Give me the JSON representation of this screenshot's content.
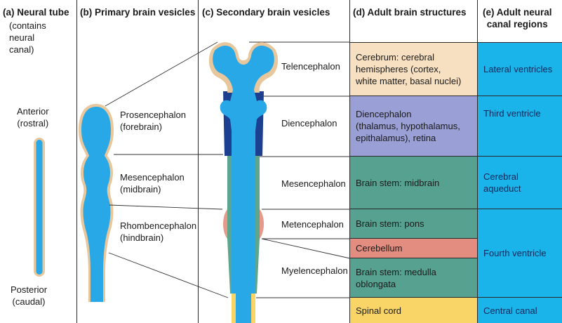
{
  "columns": {
    "a": {
      "heading": "(a) Neural tube",
      "subheading": "(contains\nneural\ncanal)"
    },
    "b": {
      "heading": "(b) Primary brain vesicles"
    },
    "c": {
      "heading": "(c) Secondary brain vesicles"
    },
    "d": {
      "heading": "(d) Adult brain structures"
    },
    "e": {
      "heading": "(e) Adult neural\ncanal regions"
    }
  },
  "neural_tube": {
    "anterior_label": "Anterior\n(rostral)",
    "posterior_label": "Posterior\n(caudal)"
  },
  "primary_vesicles": [
    {
      "label": "Prosencephalon\n(forebrain)"
    },
    {
      "label": "Mesencephalon\n(midbrain)"
    },
    {
      "label": "Rhombencephalon\n(hindbrain)"
    }
  ],
  "secondary_vesicles": [
    {
      "label": "Telencephalon"
    },
    {
      "label": "Diencephalon"
    },
    {
      "label": "Mesencephalon"
    },
    {
      "label": "Metencephalon"
    },
    {
      "label": "Myelencephalon"
    }
  ],
  "adult_structures": [
    {
      "label": "Cerebrum: cerebral\nhemispheres (cortex,\nwhite matter, basal nuclei)",
      "color": "#f7e0c1"
    },
    {
      "label": "Diencephalon\n(thalamus, hypothalamus,\nepithalamus), retina",
      "color": "#9a9fd6"
    },
    {
      "label": "Brain stem: midbrain",
      "color": "#57a190"
    },
    {
      "label": "Brain stem: pons",
      "color": "#57a190"
    },
    {
      "label": "Cerebellum",
      "color": "#e38d80"
    },
    {
      "label": "Brain stem: medulla\noblongata",
      "color": "#57a190"
    },
    {
      "label": "Spinal cord",
      "color": "#f9d568"
    }
  ],
  "canal_regions": [
    {
      "label": "Lateral ventricles"
    },
    {
      "label": "Third ventricle"
    },
    {
      "label": "Cerebral aqueduct"
    },
    {
      "label": "Fourth ventricle"
    },
    {
      "label": "Central canal"
    }
  ],
  "colors": {
    "canal_blue": "#1ab3ea",
    "vesicle_blue": "#29a8e8",
    "wall_tan": "#e9c79c",
    "wall_green": "#5ca68f",
    "wall_navy": "#1d3f8f",
    "wall_pink": "#e79a8a",
    "spinal_yellow": "#f9d568"
  }
}
